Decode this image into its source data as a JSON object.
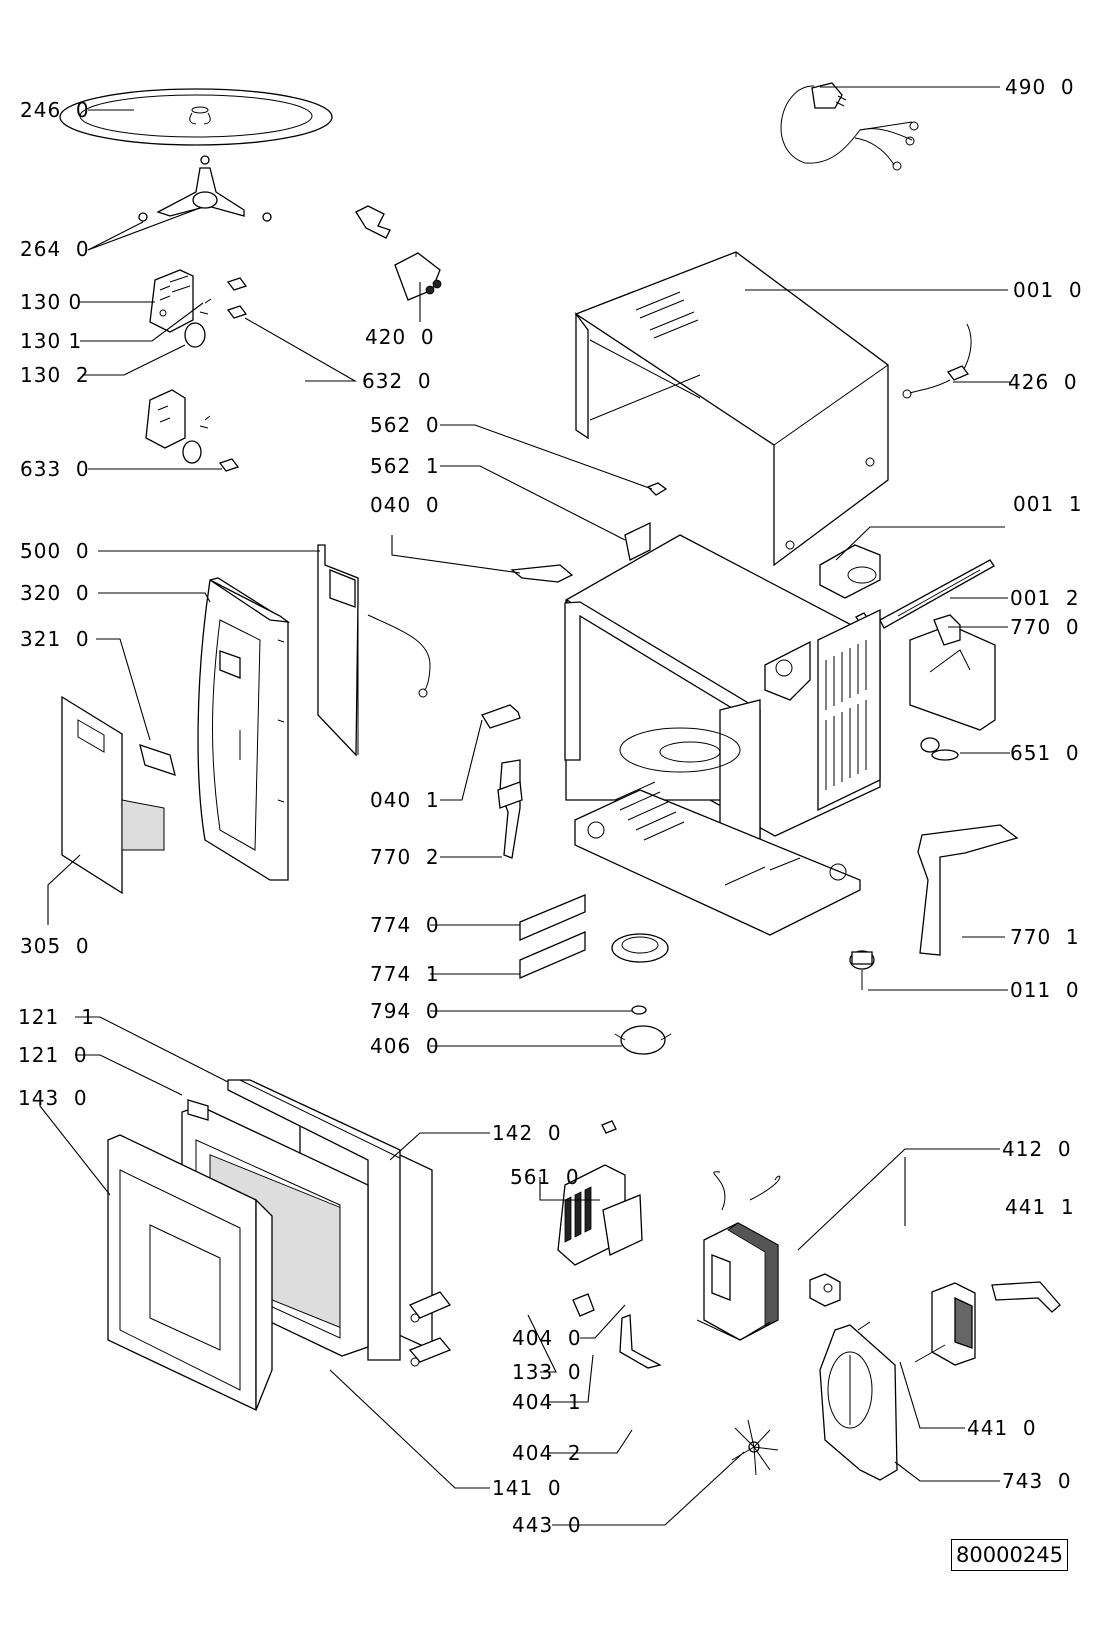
{
  "diagram": {
    "type": "exploded-parts-view",
    "subject": "microwave oven",
    "reference_number": "80000245",
    "labels": [
      {
        "id": "246-0",
        "text": "246  0",
        "part": "turntable-glass-plate"
      },
      {
        "id": "264-0",
        "text": "264  0",
        "part": "turntable-roller-support"
      },
      {
        "id": "130-0",
        "text": "130 0",
        "part": "door-switch-bracket"
      },
      {
        "id": "130-1",
        "text": "130 1",
        "part": "switch-spring"
      },
      {
        "id": "130-2",
        "text": "130  2",
        "part": "switch-lever"
      },
      {
        "id": "632-0",
        "text": "632  0",
        "part": "micro-switch"
      },
      {
        "id": "633-0",
        "text": "633  0",
        "part": "micro-switch"
      },
      {
        "id": "420-0",
        "text": "420  0",
        "part": "capacitor"
      },
      {
        "id": "490-0",
        "text": "490  0",
        "part": "power-cord"
      },
      {
        "id": "001-0",
        "text": "001  0",
        "part": "outer-cabinet"
      },
      {
        "id": "426-0",
        "text": "426  0",
        "part": "fuse-wire"
      },
      {
        "id": "562-0",
        "text": "562  0",
        "part": "thermal-cutout"
      },
      {
        "id": "562-1",
        "text": "562  1",
        "part": "cutout-bracket"
      },
      {
        "id": "040-0",
        "text": "040  0",
        "part": "bracket"
      },
      {
        "id": "001-1",
        "text": "001  1",
        "part": "capacitor-clamp"
      },
      {
        "id": "001-2",
        "text": "001  2",
        "part": "rail"
      },
      {
        "id": "770-0",
        "text": "770  0",
        "part": "air-duct"
      },
      {
        "id": "651-0",
        "text": "651  0",
        "part": "lamp"
      },
      {
        "id": "500-0",
        "text": "500  0",
        "part": "control-board"
      },
      {
        "id": "320-0",
        "text": "320  0",
        "part": "control-panel"
      },
      {
        "id": "321-0",
        "text": "321  0",
        "part": "display-window"
      },
      {
        "id": "305-0",
        "text": "305  0",
        "part": "control-panel-overlay"
      },
      {
        "id": "040-1",
        "text": "040  1",
        "part": "bracket"
      },
      {
        "id": "770-2",
        "text": "770  2",
        "part": "bracket"
      },
      {
        "id": "770-1",
        "text": "770  1",
        "part": "bracket"
      },
      {
        "id": "774-0",
        "text": "774  0",
        "part": "waveguide-cover"
      },
      {
        "id": "774-1",
        "text": "774  1",
        "part": "waveguide-cover"
      },
      {
        "id": "794-0",
        "text": "794  0",
        "part": "washer"
      },
      {
        "id": "406-0",
        "text": "406  0",
        "part": "turntable-motor"
      },
      {
        "id": "011-0",
        "text": "011  0",
        "part": "coupler"
      },
      {
        "id": "121-1",
        "text": "121   1",
        "part": "door-choke"
      },
      {
        "id": "121-0",
        "text": "121  0",
        "part": "door-frame"
      },
      {
        "id": "143-0",
        "text": "143  0",
        "part": "door-front"
      },
      {
        "id": "142-0",
        "text": "142  0",
        "part": "door-film"
      },
      {
        "id": "561-0",
        "text": "561  0",
        "part": "thermal-cutout"
      },
      {
        "id": "412-0",
        "text": "412  0",
        "part": "transformer"
      },
      {
        "id": "441-1",
        "text": "441  1",
        "part": "fan-motor-bracket"
      },
      {
        "id": "404-0",
        "text": "404  0",
        "part": "magnetron"
      },
      {
        "id": "133-0",
        "text": "133  0",
        "part": "door-latch"
      },
      {
        "id": "404-1",
        "text": "404  1",
        "part": "magnetron-gasket"
      },
      {
        "id": "404-2",
        "text": "404  2",
        "part": "magnetron-bracket"
      },
      {
        "id": "441-0",
        "text": "441  0",
        "part": "fan-motor"
      },
      {
        "id": "141-0",
        "text": "141  0",
        "part": "door-glass"
      },
      {
        "id": "743-0",
        "text": "743  0",
        "part": "fan-duct"
      },
      {
        "id": "443-0",
        "text": "443  0",
        "part": "fan-blade"
      }
    ]
  }
}
